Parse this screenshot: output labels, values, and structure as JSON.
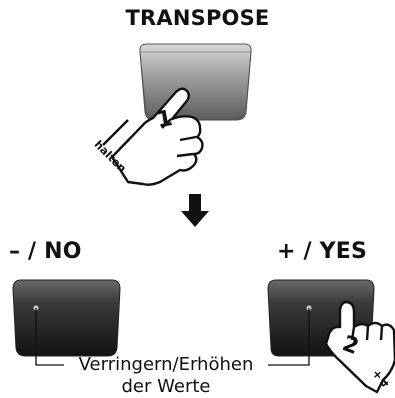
{
  "header": {
    "title": "TRANSPOSE"
  },
  "buttons": {
    "minus_no": "– / NO",
    "plus_yes": "+ / YES"
  },
  "annotations": {
    "hold_label": "halten",
    "step1": "1",
    "step2": "2",
    "plus_marker": "+",
    "plus_number": "4",
    "description_line1": "Verringern/Erhöhen",
    "description_line2": "der Werte"
  },
  "colors": {
    "button_light": "#9a9a9a",
    "button_dark": "#1f1f1f",
    "button_mid": "#4a4a4a",
    "ink": "#111111"
  }
}
